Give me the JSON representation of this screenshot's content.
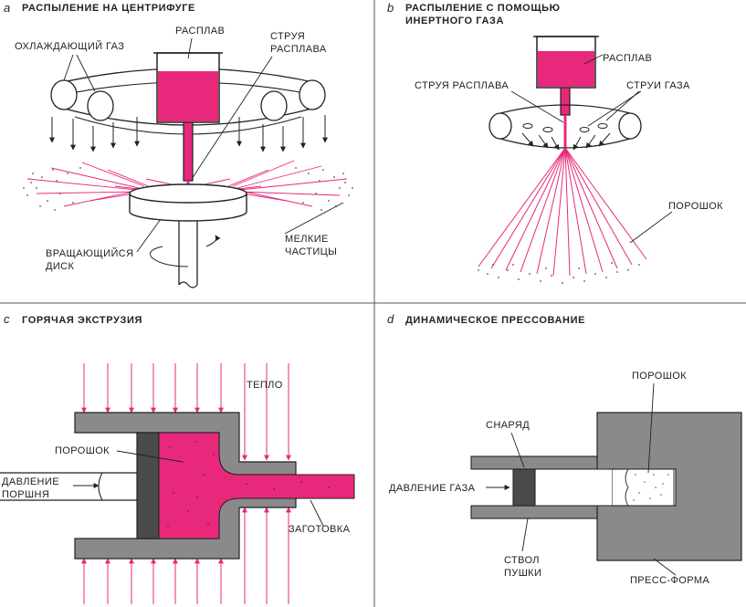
{
  "colors": {
    "melt": "#e8287a",
    "gray": "#8a8a8a",
    "dark": "#4a4a4a",
    "line": "#222222"
  },
  "panels": {
    "a": {
      "letter": "a",
      "title": "РАСПЫЛЕНИЕ НА ЦЕНТРИФУГЕ",
      "labels": {
        "cooling_gas": "ОХЛАЖДАЮЩИЙ ГАЗ",
        "melt": "РАСПЛАВ",
        "jet_1": "СТРУЯ",
        "jet_2": "РАСПЛАВА",
        "disk_1": "ВРАЩАЮЩИЙСЯ",
        "disk_2": "ДИСК",
        "fine_1": "МЕЛКИЕ",
        "fine_2": "ЧАСТИЦЫ"
      }
    },
    "b": {
      "letter": "b",
      "title_1": "РАСПЫЛЕНИЕ С ПОМОЩЬЮ",
      "title_2": "ИНЕРТНОГО ГАЗА",
      "labels": {
        "melt": "РАСПЛАВ",
        "jet": "СТРУЯ РАСПЛАВА",
        "gas_jets": "СТРУИ ГАЗА",
        "powder": "ПОРОШОК"
      }
    },
    "c": {
      "letter": "c",
      "title": "ГОРЯЧАЯ ЭКСТРУЗИЯ",
      "labels": {
        "heat": "ТЕПЛО",
        "powder": "ПОРОШОК",
        "pressure_1": "ДАВЛЕНИЕ",
        "pressure_2": "ПОРШНЯ",
        "billet": "ЗАГОТОВКА"
      }
    },
    "d": {
      "letter": "d",
      "title": "ДИНАМИЧЕСКОЕ ПРЕССОВАНИЕ",
      "labels": {
        "powder": "ПОРОШОК",
        "projectile": "СНАРЯД",
        "gas_pressure": "ДАВЛЕНИЕ ГАЗА",
        "barrel_1": "СТВОЛ",
        "barrel_2": "ПУШКИ",
        "die": "ПРЕСС-ФОРМА"
      }
    }
  }
}
